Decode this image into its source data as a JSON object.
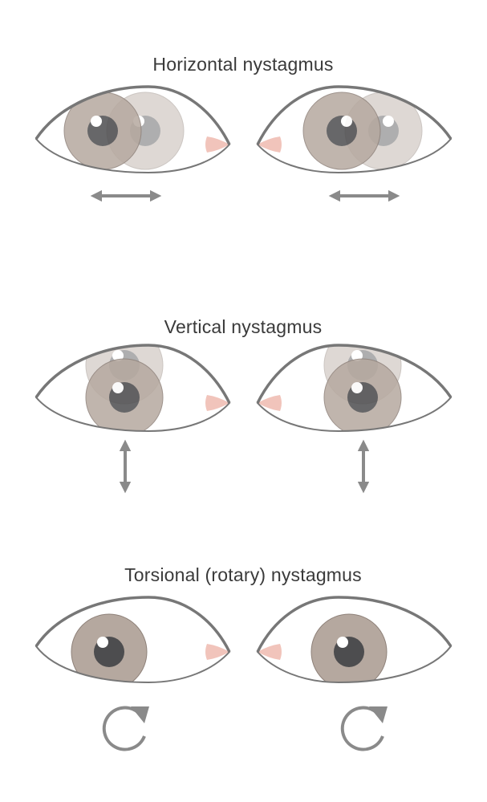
{
  "colors": {
    "background": "#ffffff",
    "eye_outline": "#777777",
    "sclera": "#ffffff",
    "iris": "#b5a89f",
    "iris_border": "#8e8179",
    "pupil": "#4d4d4f",
    "highlight": "#ffffff",
    "caruncle": "#f1c4bb",
    "arrow": "#8a8a8a",
    "title_text": "#3a3a3a"
  },
  "sections": [
    {
      "id": "horizontal",
      "title": "Horizontal nystagmus",
      "movement": "horizontal",
      "arrow_icon": "double-horizontal-arrow-icon"
    },
    {
      "id": "vertical",
      "title": "Vertical nystagmus",
      "movement": "vertical",
      "arrow_icon": "double-vertical-arrow-icon"
    },
    {
      "id": "torsional",
      "title": "Torsional (rotary) nystagmus",
      "movement": "torsional",
      "arrow_icon": "circular-arrow-icon"
    }
  ]
}
